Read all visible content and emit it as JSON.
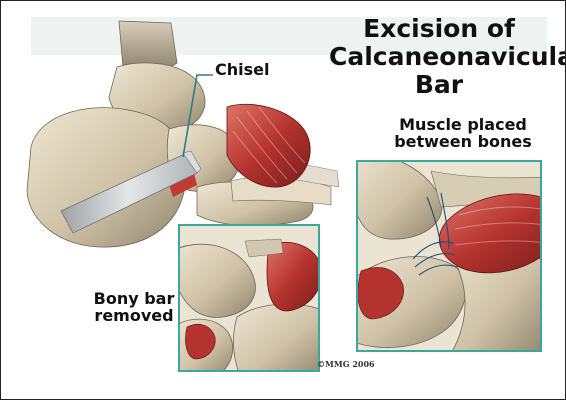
{
  "title": "Excision of Calcaneonavicular Bar",
  "labels": {
    "chisel": "Chisel",
    "muscle": "Muscle placed between bones",
    "bony_bar": "Bony bar removed"
  },
  "copyright": "©MMG 2006",
  "colors": {
    "accent_teal": "#3aa7a0",
    "bone": "#d8ccb4",
    "muscle_red": "#b5332e",
    "title_band": "#eef3f2"
  }
}
